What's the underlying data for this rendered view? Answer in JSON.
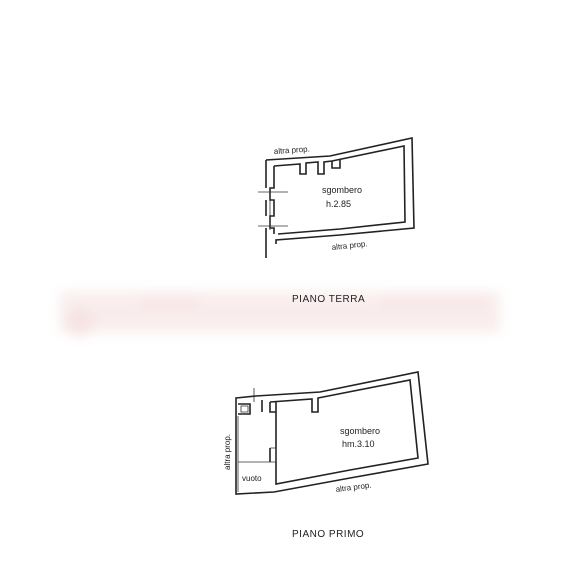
{
  "plan_ground": {
    "neighbor_top": "altra prop.",
    "room_name": "sgombero",
    "room_height": "h.2.85",
    "neighbor_bottom": "altra prop.",
    "title": "PIANO TERRA"
  },
  "plan_first": {
    "neighbor_left": "altra prop.",
    "room_name": "sgombero",
    "room_height": "hm.3.10",
    "void_label": "vuoto",
    "neighbor_bottom": "altra prop.",
    "title": "PIANO PRIMO"
  },
  "colors": {
    "line": "#222222",
    "background": "#ffffff",
    "watermark": "#f4d6d6"
  }
}
